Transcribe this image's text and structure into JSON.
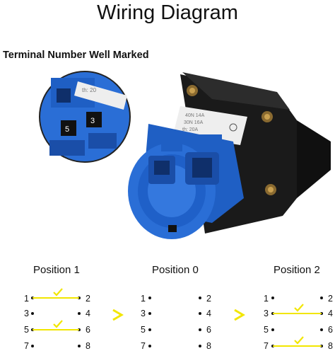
{
  "title": "Wiring Diagram",
  "subtitle": "Terminal Number Well Marked",
  "colors": {
    "contact_line": "#f2e600",
    "switch_blue": "#2a6ed6",
    "housing_black": "#1c1c1c",
    "arrow": "#f2e600"
  },
  "positions": [
    {
      "label": "Position 1",
      "closed": [
        "1-2",
        "5-6"
      ]
    },
    {
      "label": "Position 0",
      "closed": []
    },
    {
      "label": "Position 2",
      "closed": [
        "3-4",
        "7-8"
      ]
    }
  ],
  "terminals": {
    "t1": "1",
    "t2": "2",
    "t3": "3",
    "t4": "4",
    "t5": "5",
    "t6": "6",
    "t7": "7",
    "t8": "8"
  },
  "photo_markings": {
    "line1": "th: 20",
    "line2": "30N 16A",
    "line3": "40N 14A",
    "line4": "th: 20A"
  }
}
